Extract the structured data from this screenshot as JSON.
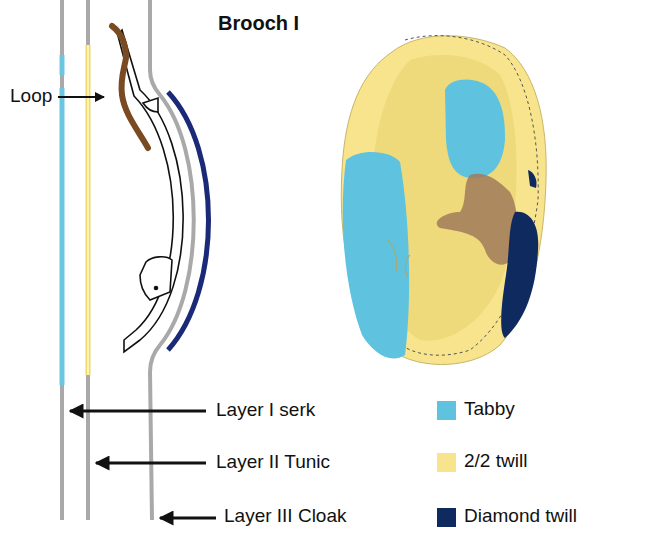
{
  "diagram": {
    "title": "Brooch I",
    "labels": [
      "Loop",
      "Layer I serk",
      "Layer II Tunic",
      "Layer III Cloak"
    ],
    "legend": [
      {
        "text": "Tabby",
        "color": "#5fc3e0"
      },
      {
        "text": "2/2 twill",
        "color": "#f7e48c"
      },
      {
        "text": "Diamond twill",
        "color": "#0e2a5e"
      }
    ]
  }
}
